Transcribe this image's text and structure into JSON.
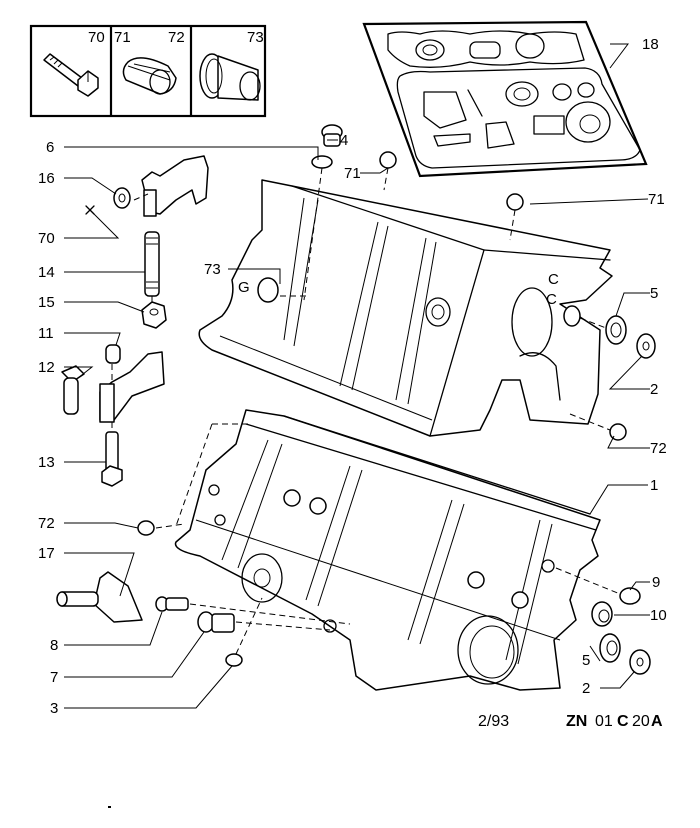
{
  "diagram": {
    "type": "exploded-parts-diagram",
    "subject": "engine cylinder block",
    "legend_box": {
      "items": [
        {
          "ref": "70",
          "icon": "bolt-icon"
        },
        {
          "ref": "71",
          "icon": "split-sleeve-icon"
        },
        {
          "ref": "72",
          "icon": "split-sleeve-icon"
        },
        {
          "ref": "73",
          "icon": "flanged-bushing-icon"
        }
      ]
    },
    "callouts": [
      {
        "id": "c6",
        "text": "6"
      },
      {
        "id": "c16",
        "text": "16"
      },
      {
        "id": "c70",
        "text": "70"
      },
      {
        "id": "c14",
        "text": "14"
      },
      {
        "id": "c15",
        "text": "15"
      },
      {
        "id": "c11",
        "text": "11"
      },
      {
        "id": "c12",
        "text": "12"
      },
      {
        "id": "c13",
        "text": "13"
      },
      {
        "id": "c72a",
        "text": "72"
      },
      {
        "id": "c17",
        "text": "17"
      },
      {
        "id": "c8",
        "text": "8"
      },
      {
        "id": "c7",
        "text": "7"
      },
      {
        "id": "c3",
        "text": "3"
      },
      {
        "id": "c4",
        "text": "4"
      },
      {
        "id": "c71a",
        "text": "71"
      },
      {
        "id": "c73",
        "text": "73"
      },
      {
        "id": "c18",
        "text": "18"
      },
      {
        "id": "c71b",
        "text": "71"
      },
      {
        "id": "c5a",
        "text": "5"
      },
      {
        "id": "c2a",
        "text": "2"
      },
      {
        "id": "c72b",
        "text": "72"
      },
      {
        "id": "c1",
        "text": "1"
      },
      {
        "id": "c9",
        "text": "9"
      },
      {
        "id": "c10",
        "text": "10"
      },
      {
        "id": "c5b",
        "text": "5"
      },
      {
        "id": "c2b",
        "text": "2"
      }
    ],
    "footer": {
      "date": "2/93",
      "ref_prefix": "ZN",
      "ref_num1": "01",
      "ref_letter": "C",
      "ref_num2": "20",
      "ref_suffix": "A"
    }
  }
}
